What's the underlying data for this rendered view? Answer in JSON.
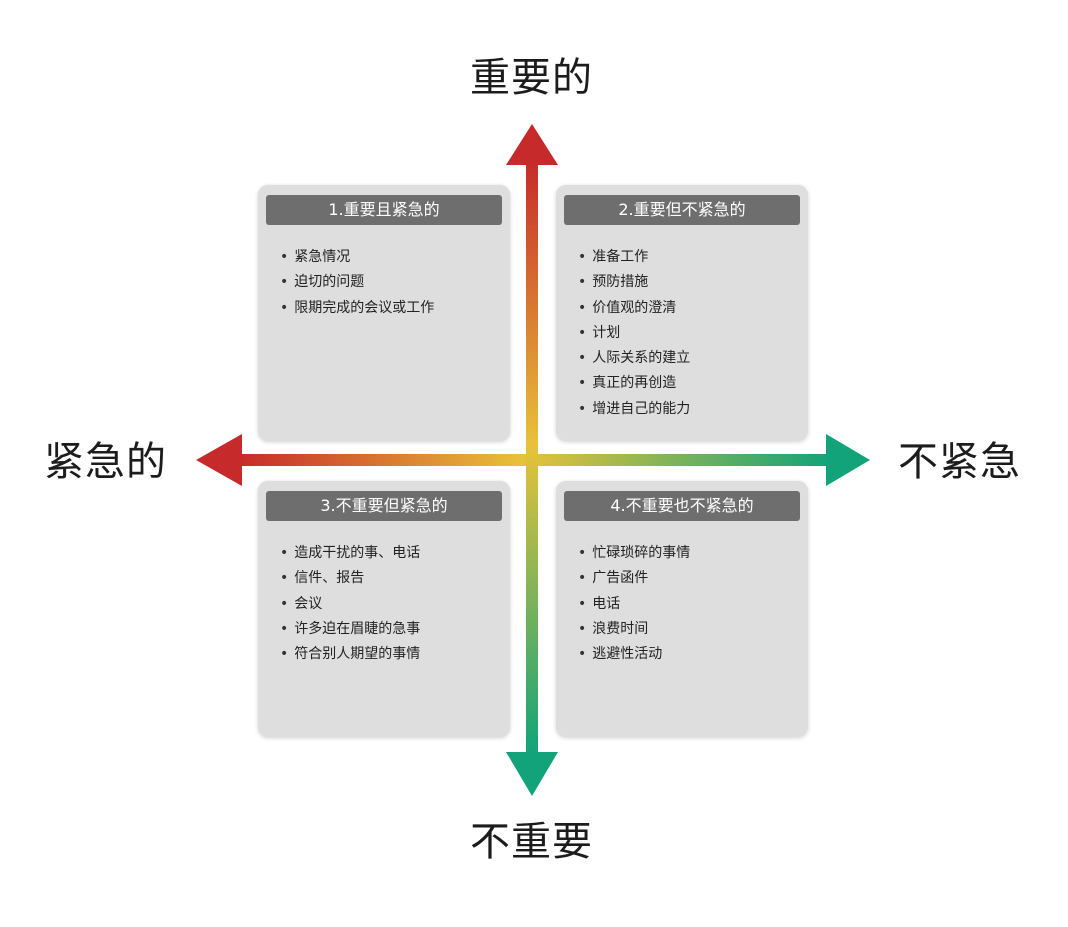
{
  "axes": {
    "top": "重要的",
    "bottom": "不重要",
    "left": "紧急的",
    "right": "不紧急"
  },
  "colors": {
    "red": "#c62a2a",
    "yellow": "#e8c23a",
    "green": "#12a37a",
    "quadrant_bg": "#dedede",
    "header_bg": "#6e6e6e"
  },
  "quadrants": [
    {
      "title": "1.重要且紧急的",
      "items": [
        "紧急情况",
        "迫切的问题",
        "限期完成的会议或工作"
      ]
    },
    {
      "title": "2.重要但不紧急的",
      "items": [
        "准备工作",
        "预防措施",
        "价值观的澄清",
        "计划",
        "人际关系的建立",
        "真正的再创造",
        "增进自己的能力"
      ]
    },
    {
      "title": "3.不重要但紧急的",
      "items": [
        "造成干扰的事、电话",
        "信件、报告",
        "会议",
        "许多迫在眉睫的急事",
        "符合别人期望的事情"
      ]
    },
    {
      "title": "4.不重要也不紧急的",
      "items": [
        "忙碌琐碎的事情",
        "广告函件",
        "电话",
        "浪费时间",
        "逃避性活动"
      ]
    }
  ]
}
